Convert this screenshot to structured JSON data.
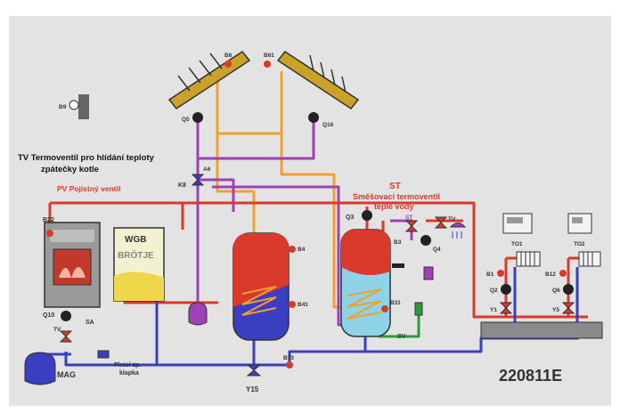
{
  "colors": {
    "background": "#e3e3e3",
    "pipe_red": "#d93a2b",
    "pipe_blue": "#3a3ec0",
    "pipe_orange": "#f0a030",
    "pipe_purple": "#a040b8",
    "pipe_green": "#2a9a3a",
    "label_red": "#d93a2b",
    "text_dark": "#111111"
  },
  "labels": {
    "tv_line1": "TV  Termoventil pro hlídání teploty",
    "tv_line2": "zpátečky kotle",
    "pv": "PV  Pojistný ventil",
    "st_line1": "ST",
    "st_line2": "Směšovací termoventil",
    "st_line3": "teplé vody",
    "wgb_line1": "WGB",
    "wgb_line2": "BRÖTJE",
    "mag": "MAG",
    "plnici_line1": "Plnicí zp.",
    "plnici_line2": "klapka",
    "code": "220811E",
    "sv": "SV"
  },
  "tags": {
    "b6": "B6",
    "b61": "B61",
    "b9": "B9",
    "q5": "Q5",
    "q16": "Q16",
    "k8": "K8",
    "a6": "A6",
    "b22": "B22",
    "q10": "Q10",
    "sa": "SA",
    "tv": "TV",
    "b4": "B4",
    "b41": "B41",
    "q3": "Q3",
    "b3": "B3",
    "st": "ST",
    "q4": "Q4",
    "tv2": "TV",
    "b31": "B31",
    "b73": "B73",
    "y15": "Y15",
    "to1": "TO1",
    "to2": "TO2",
    "b1": "B1",
    "b12": "B12",
    "q2": "Q2",
    "q6": "Q6",
    "y1": "Y1",
    "y5": "Y5"
  }
}
